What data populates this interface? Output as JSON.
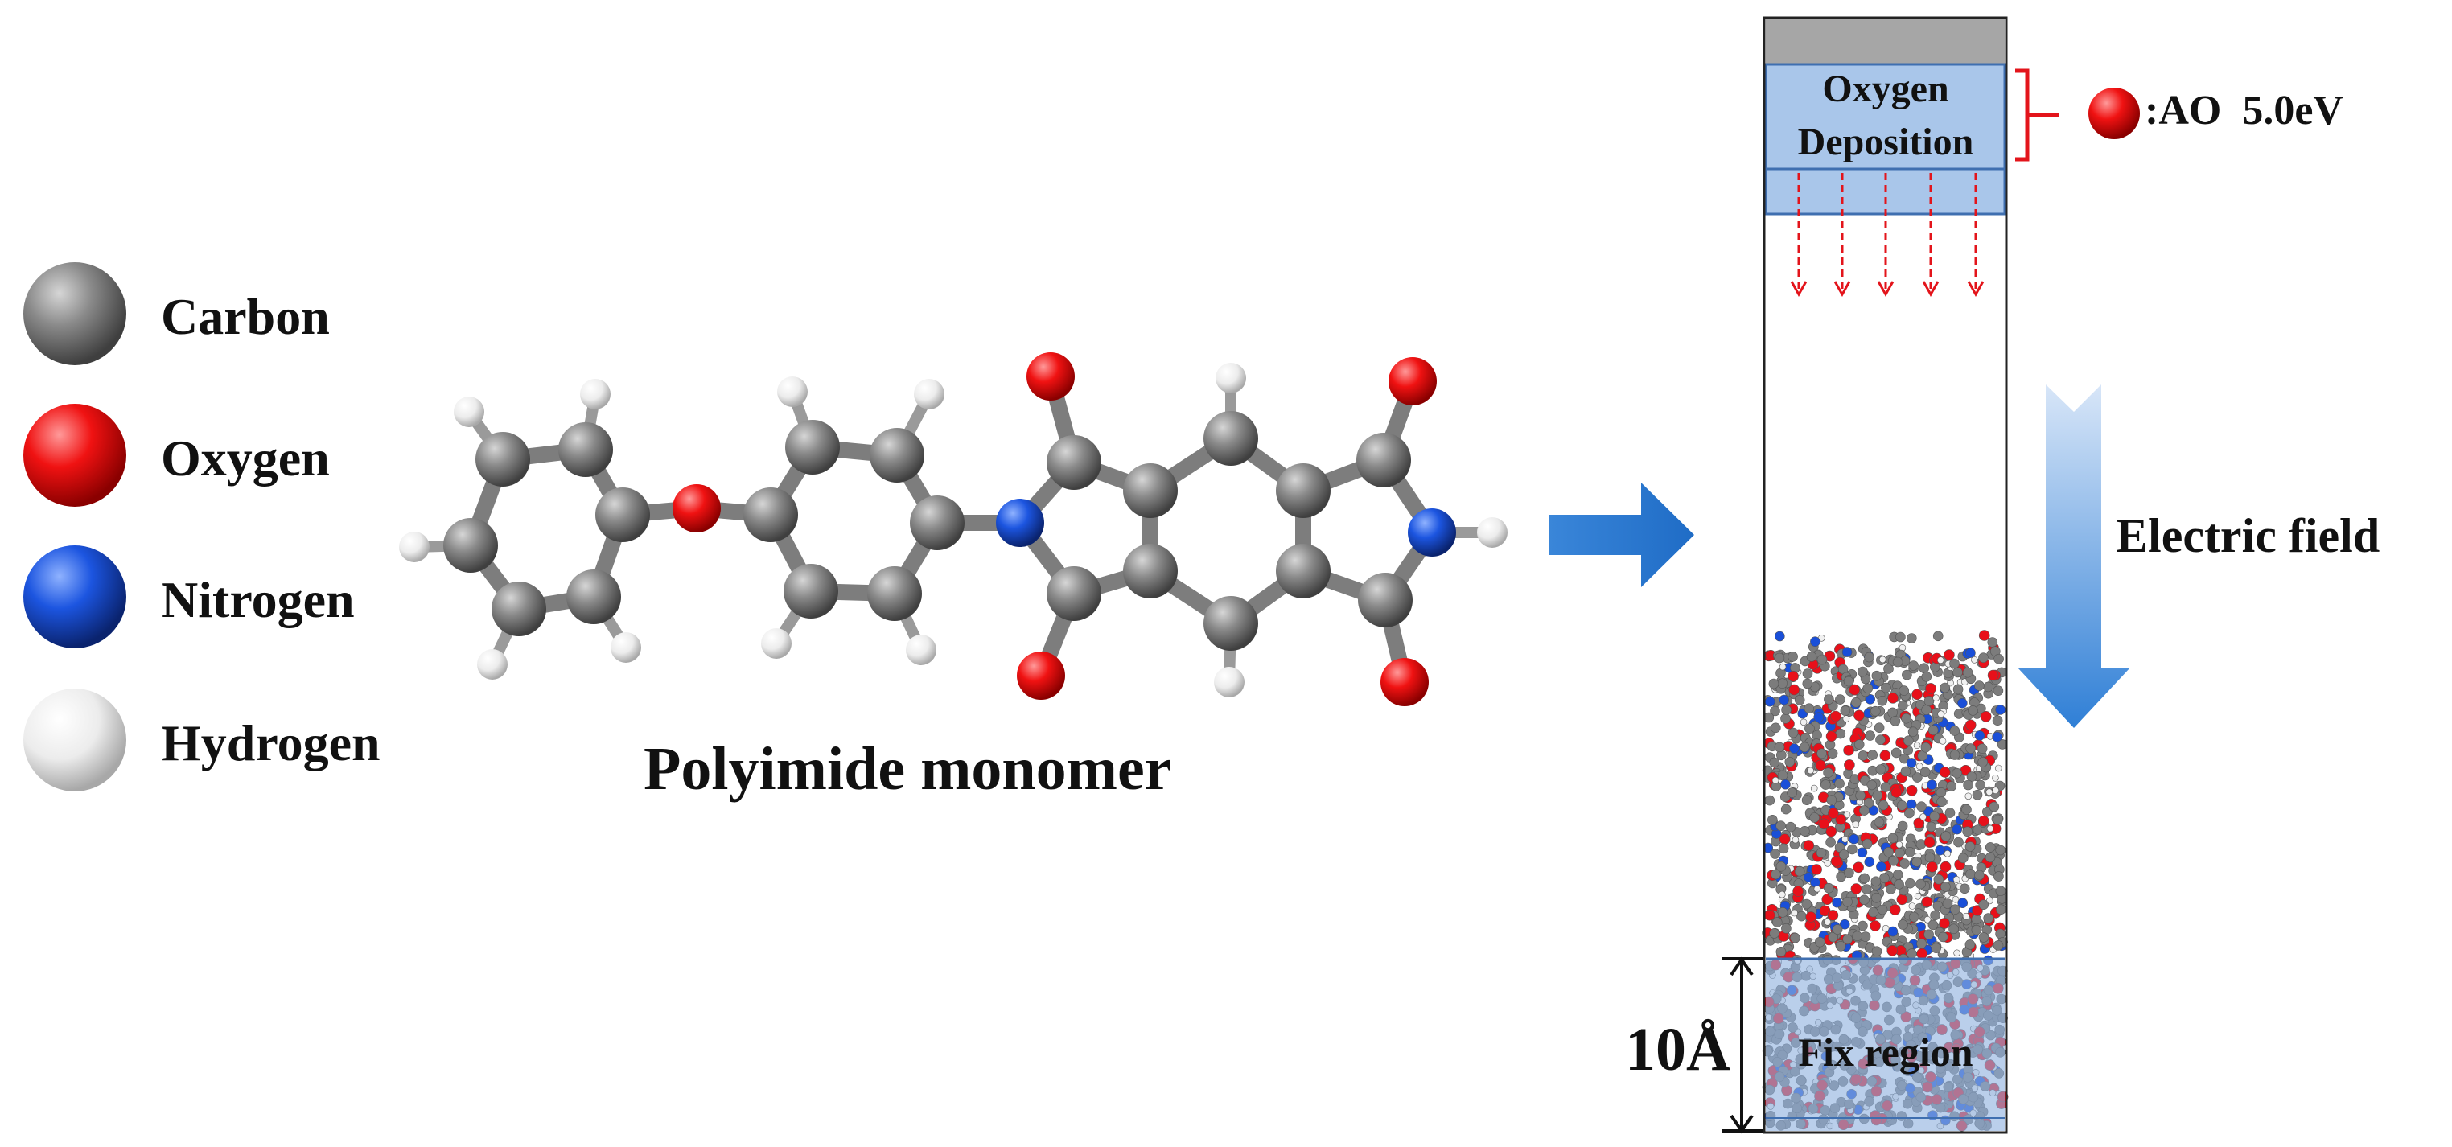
{
  "legend": [
    {
      "label": "Carbon",
      "color": "#7a7a7a"
    },
    {
      "label": "Oxygen",
      "color": "#e8101a"
    },
    {
      "label": "Nitrogen",
      "color": "#1a4fd8"
    },
    {
      "label": "Hydrogen",
      "color": "#e6e6e6"
    }
  ],
  "molecule": {
    "caption": "Polyimide monomer"
  },
  "simulation_box": {
    "deposition_line1": "Oxygen",
    "deposition_line2": "Deposition",
    "ao_label": ":AO  5.0eV",
    "field_label": "Electric field",
    "fix_region_label": "Fix region",
    "thickness_label": "10Å"
  },
  "colors": {
    "carbon": "#7a7a7a",
    "oxygen": "#e8101a",
    "nitrogen": "#1a4fd8",
    "hydrogen": "#e6e6e6",
    "region_blue": "#a9c6ea",
    "arrow_blue": "#2f7fd6",
    "bracket_red": "#e3141b"
  }
}
